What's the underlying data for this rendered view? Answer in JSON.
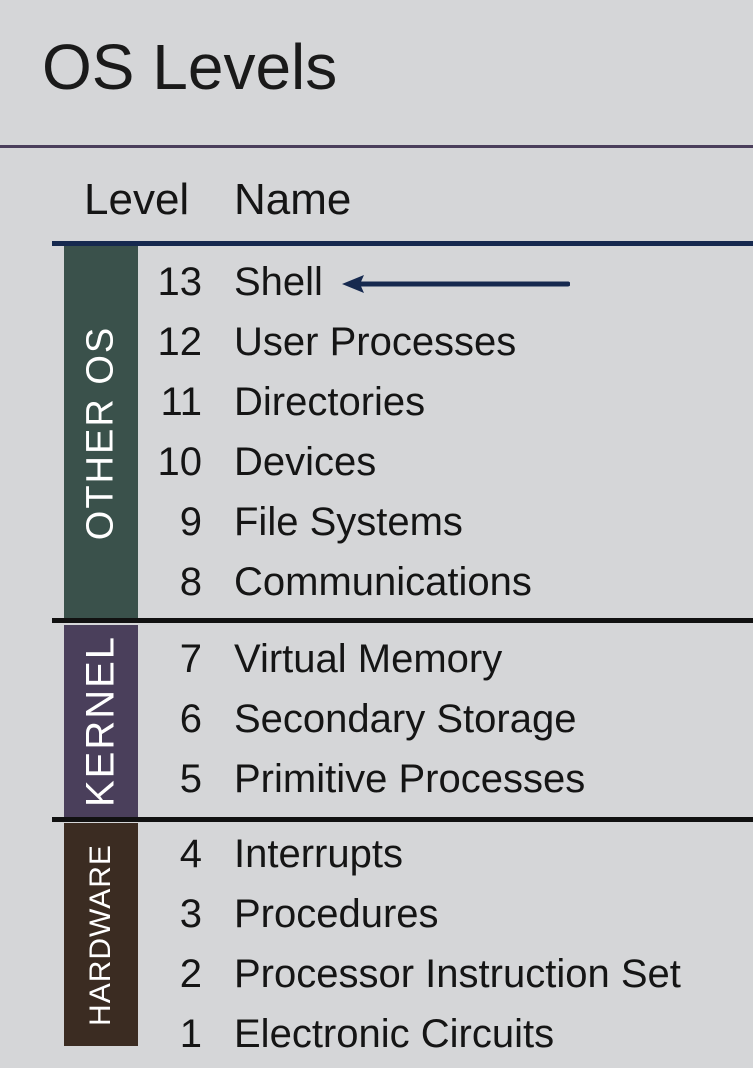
{
  "title": "OS Levels",
  "headers": {
    "level": "Level",
    "name": "Name"
  },
  "groups": {
    "other_os": "OTHER OS",
    "kernel": "KERNEL",
    "hardware": "HARDWARE"
  },
  "levels": [
    {
      "num": "13",
      "name": "Shell"
    },
    {
      "num": "12",
      "name": "User Processes"
    },
    {
      "num": "11",
      "name": "Directories"
    },
    {
      "num": "10",
      "name": "Devices"
    },
    {
      "num": "9",
      "name": "File Systems"
    },
    {
      "num": "8",
      "name": "Communications"
    },
    {
      "num": "7",
      "name": "Virtual Memory"
    },
    {
      "num": "6",
      "name": "Secondary Storage"
    },
    {
      "num": "5",
      "name": "Primitive Processes"
    },
    {
      "num": "4",
      "name": "Interrupts"
    },
    {
      "num": "3",
      "name": "Procedures"
    },
    {
      "num": "2",
      "name": "Processor Instruction Set"
    },
    {
      "num": "1",
      "name": "Electronic Circuits"
    }
  ],
  "colors": {
    "background": "#d5d6d8",
    "other_os": "#3a514b",
    "kernel": "#4a3f5b",
    "hardware": "#3b2c22",
    "header_rule": "#16294f",
    "arrow": "#16294f"
  },
  "arrow_points_to": "Shell"
}
